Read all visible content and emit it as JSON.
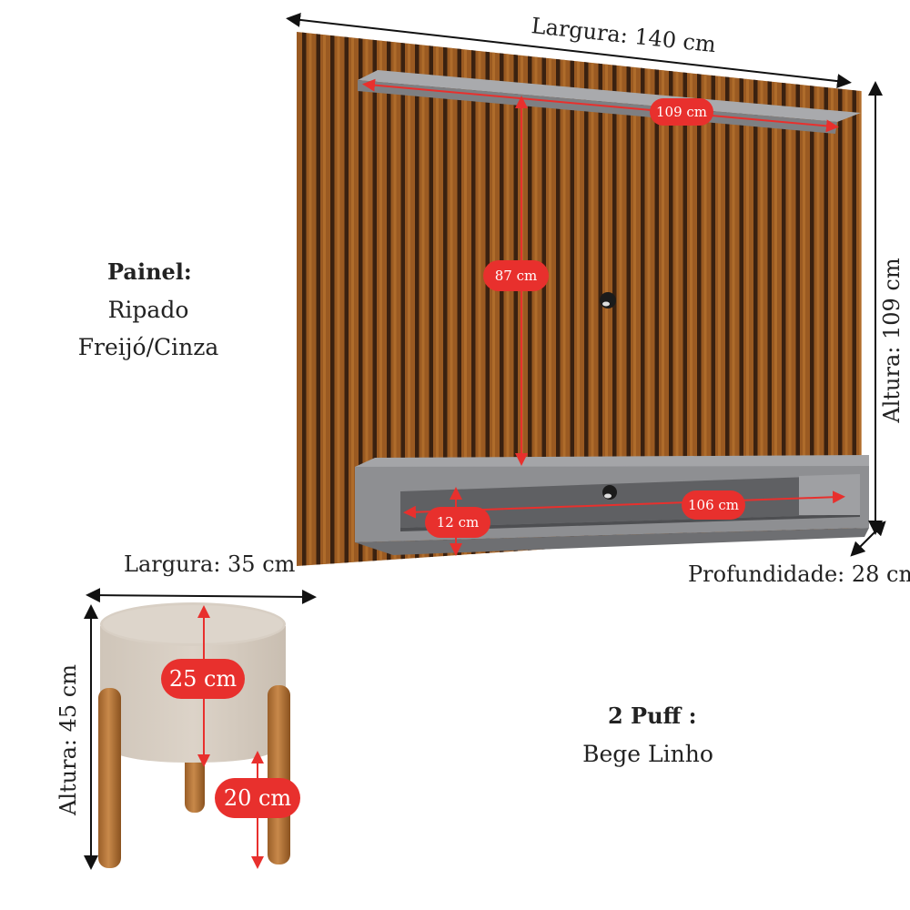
{
  "panel": {
    "title": "Painel:",
    "finish_line1": "Ripado",
    "finish_line2": "Freijó/Cinza",
    "width_label": "Largura: 140 cm",
    "height_label": "Altura: 109 cm",
    "depth_label": "Profundidade: 28 cm",
    "shelf_width": "109 cm",
    "shelf_gap": "87 cm",
    "rack_width": "106 cm",
    "niche_height": "12 cm",
    "colors": {
      "wood": "#9a5a22",
      "slat_dark": "#3a2110",
      "gray": "#8e8f92",
      "pill": "#e8302d"
    }
  },
  "puff": {
    "title": "2 Puff :",
    "finish": "Bege Linho",
    "width_label": "Largura: 35 cm",
    "height_label": "Altura: 45 cm",
    "seat_height": "25 cm",
    "leg_height": "20 cm",
    "colors": {
      "fabric": "#d8cfc4",
      "legs": "#b87a3e"
    }
  }
}
